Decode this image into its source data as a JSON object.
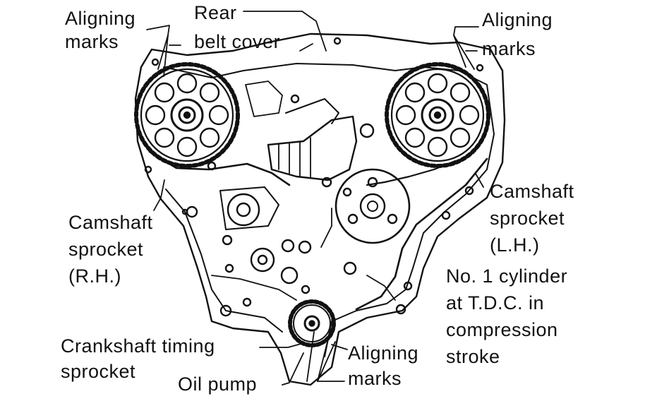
{
  "labels": {
    "aligning_marks_tl": [
      "Aligning",
      "marks"
    ],
    "rear_belt_cover": [
      "Rear",
      "belt cover"
    ],
    "aligning_marks_tr": [
      "Aligning",
      "marks"
    ],
    "camshaft_rh": [
      "Camshaft",
      "sprocket",
      "(R.H.)"
    ],
    "camshaft_lh": [
      "Camshaft",
      "sprocket",
      "(L.H.)"
    ],
    "tdc_note": [
      "No. 1 cylinder",
      "at T.D.C. in",
      "compression",
      "stroke"
    ],
    "crankshaft": [
      "Crankshaft timing",
      "sprocket"
    ],
    "oil_pump": "Oil pump",
    "aligning_marks_bottom": [
      "Aligning",
      "marks"
    ]
  },
  "colors": {
    "ink": "#111111",
    "background": "#ffffff"
  }
}
